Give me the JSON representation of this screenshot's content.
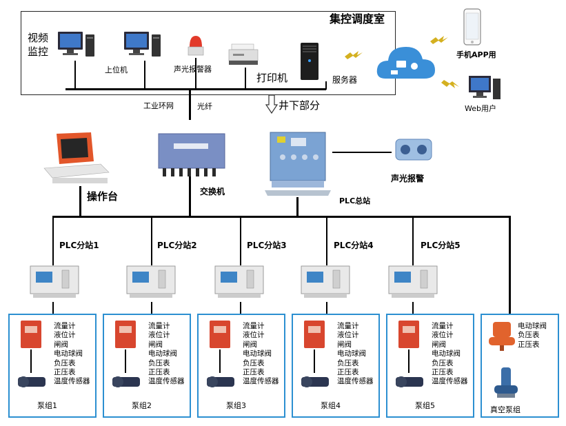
{
  "control_room": {
    "title": "集控调度室",
    "video_label_line1": "视频",
    "video_label_line2": "监控",
    "host_pc": "上位机",
    "alarm": "声光报警器",
    "printer": "打印机",
    "server": "服务器"
  },
  "links": {
    "ethernet": "工业环网",
    "fiber": "光纤",
    "underground": "井下部分"
  },
  "remote": {
    "app": "手机APP用",
    "web": "Web用户"
  },
  "underground": {
    "console": "操作台",
    "switch": "交换机",
    "plc_main": "PLC总站",
    "alarm": "声光报警"
  },
  "substations": [
    {
      "label": "PLC分站1"
    },
    {
      "label": "PLC分站2"
    },
    {
      "label": "PLC分站3"
    },
    {
      "label": "PLC分站4"
    },
    {
      "label": "PLC分站5"
    }
  ],
  "pump_groups": [
    {
      "label": "泵组1",
      "items": [
        "流量计",
        "液位计",
        "闸阀",
        "电动球阀",
        "负压表",
        "正压表",
        "温度传感器"
      ]
    },
    {
      "label": "泵组2",
      "items": [
        "流量计",
        "液位计",
        "闸阀",
        "电动球阀",
        "负压表",
        "正压表",
        "温度传感器"
      ]
    },
    {
      "label": "泵组3",
      "items": [
        "流量计",
        "液位计",
        "闸阀",
        "电动球阀",
        "负压表",
        "正压表",
        "温度传感器"
      ]
    },
    {
      "label": "泵组4",
      "items": [
        "流量计",
        "液位计",
        "闸阀",
        "电动球阀",
        "负压表",
        "正压表",
        "温度传感器"
      ]
    },
    {
      "label": "泵组5",
      "items": [
        "流量计",
        "液位计",
        "闸阀",
        "电动球阀",
        "负压表",
        "正压表",
        "温度传感器"
      ]
    }
  ],
  "vacuum": {
    "label": "真空泵组",
    "items": [
      "电动球阀",
      "负压表",
      "正压表"
    ]
  }
}
